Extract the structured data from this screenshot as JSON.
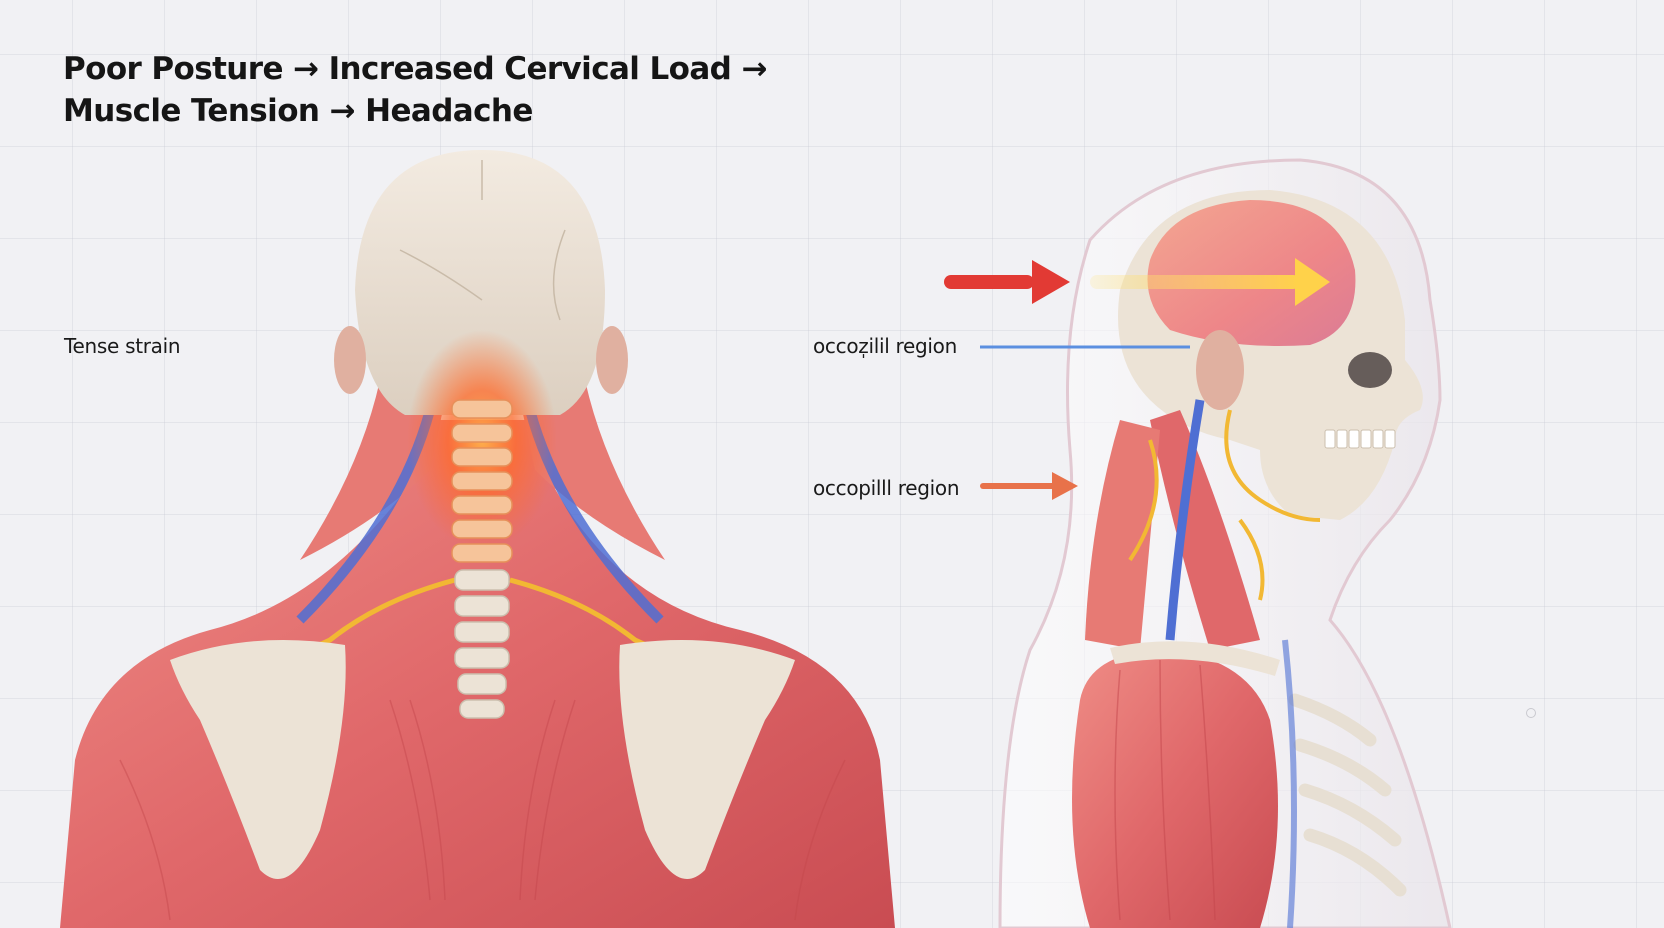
{
  "title": {
    "line1": "Poor Posture → Increased Cervical Load →",
    "line2": "Muscle Tension → Headache"
  },
  "labels": {
    "tense_strain": "Tense strain",
    "occipital_upper": "occoz̩ilil region",
    "occipital_lower": "occopilll region"
  },
  "colors": {
    "background": "#f1f1f4",
    "muscle": "#e0686a",
    "bone": "#ece3d6",
    "nerve": "#f2b833",
    "vessel": "#4f6fd3",
    "strain_glow": "#ff6a2a",
    "arrow_red": "#e23a34",
    "arrow_yellow": "#ffd24a",
    "arrow_orange": "#e8724a",
    "line_blue": "#5b8fe0",
    "brain": "#f08a7a"
  },
  "icons": {
    "pain_direction": "arrow-right-icon"
  }
}
